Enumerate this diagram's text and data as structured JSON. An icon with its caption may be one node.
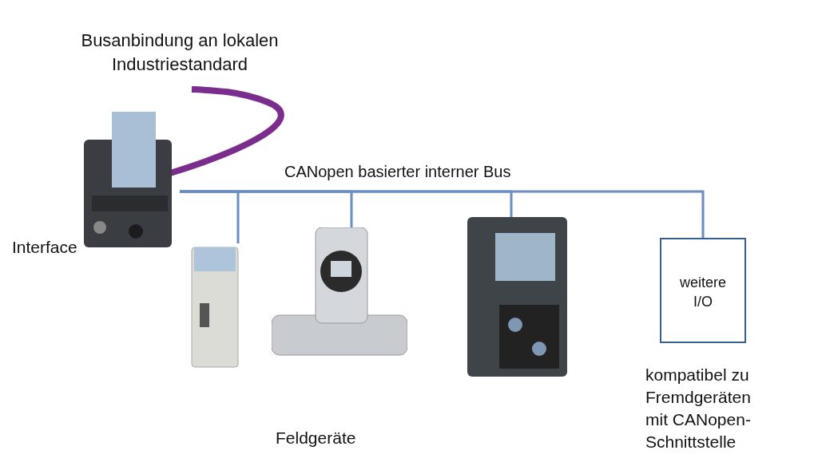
{
  "diagram": {
    "nodes": [
      {
        "text": [],
        "shape": "picture",
        "beside": [
          "Interface"
        ]
      },
      {
        "text": [],
        "shape": "picture"
      },
      {
        "text": [],
        "shape": "picture"
      },
      {
        "text": [],
        "shape": "picture"
      },
      {
        "text": [
          "weitere I/O"
        ],
        "beside": [
          "kompatibel zu Fremdgeräten mit CANopen-Schnittstelle"
        ]
      }
    ],
    "edges": [
      {
        "from": 0,
        "to": 1,
        "arrow": "none"
      },
      {
        "from": 0,
        "to": 2,
        "arrow": "none"
      },
      {
        "from": 0,
        "to": 3,
        "arrow": "none"
      },
      {
        "from": 0,
        "to": 4,
        "arrow": "none"
      },
      {
        "from": 0,
        "to": null,
        "arrow": "none",
        "style": "thick",
        "color": "#7b2d8e"
      }
    ],
    "labels": [
      "Busanbindung an lokalen Industriestandard",
      "CANopen basierter interner Bus",
      "Feldgeräte"
    ]
  }
}
